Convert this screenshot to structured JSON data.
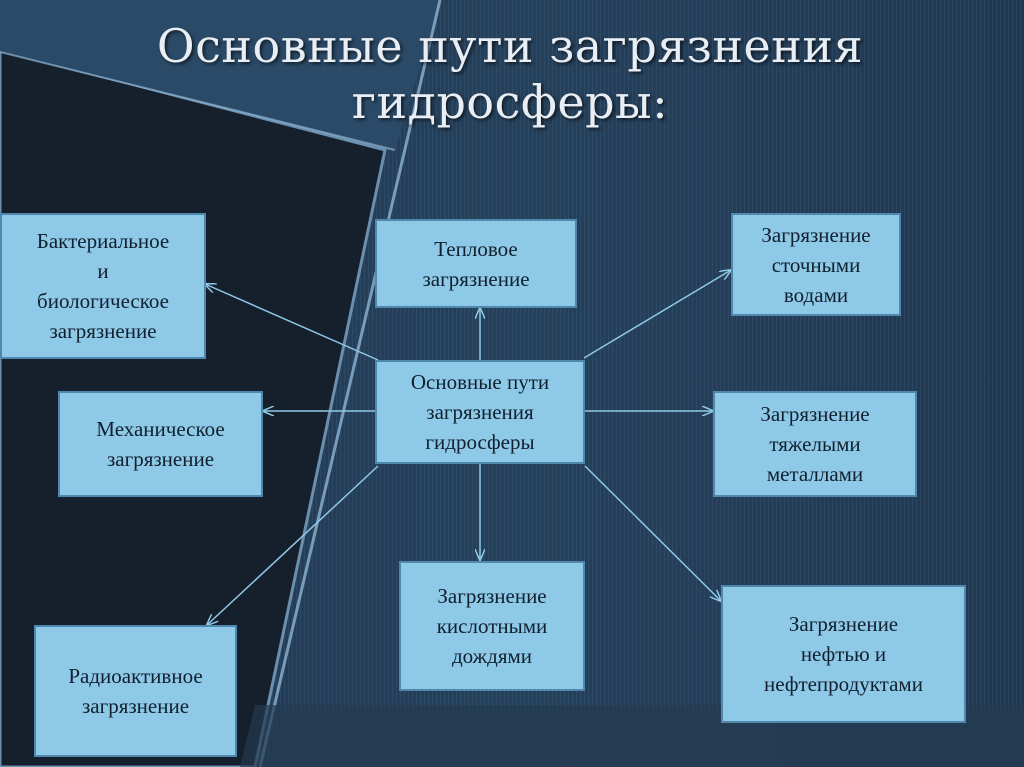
{
  "title": {
    "line1": "Основные пути загрязнения",
    "line2": "гидросферы:"
  },
  "center": {
    "lines": [
      "Основные пути",
      "загрязнения",
      "гидросферы"
    ]
  },
  "nodes": {
    "bacterial": {
      "lines": [
        "Бактериальное",
        "и",
        "биологическое",
        "загрязнение"
      ]
    },
    "thermal": {
      "lines": [
        "Тепловое",
        "загрязнение"
      ]
    },
    "sewage": {
      "lines": [
        "Загрязнение",
        "сточными",
        "водами"
      ]
    },
    "mechanical": {
      "lines": [
        "Механическое",
        "загрязнение"
      ]
    },
    "heavy_metals": {
      "lines": [
        "Загрязнение",
        "тяжелыми",
        "металлами"
      ]
    },
    "acid_rain": {
      "lines": [
        "Загрязнение",
        "кислотными",
        "дождями"
      ]
    },
    "radioactive": {
      "lines": [
        "Радиоактивное",
        "загрязнение"
      ]
    },
    "oil": {
      "lines": [
        "Загрязнение",
        "нефтью и",
        "нефтепродуктами"
      ]
    }
  },
  "colors": {
    "box_fill": "#8fc9e8",
    "box_border": "#4f87ad",
    "arrow": "#8fc9e8",
    "background": "#1f3349"
  }
}
